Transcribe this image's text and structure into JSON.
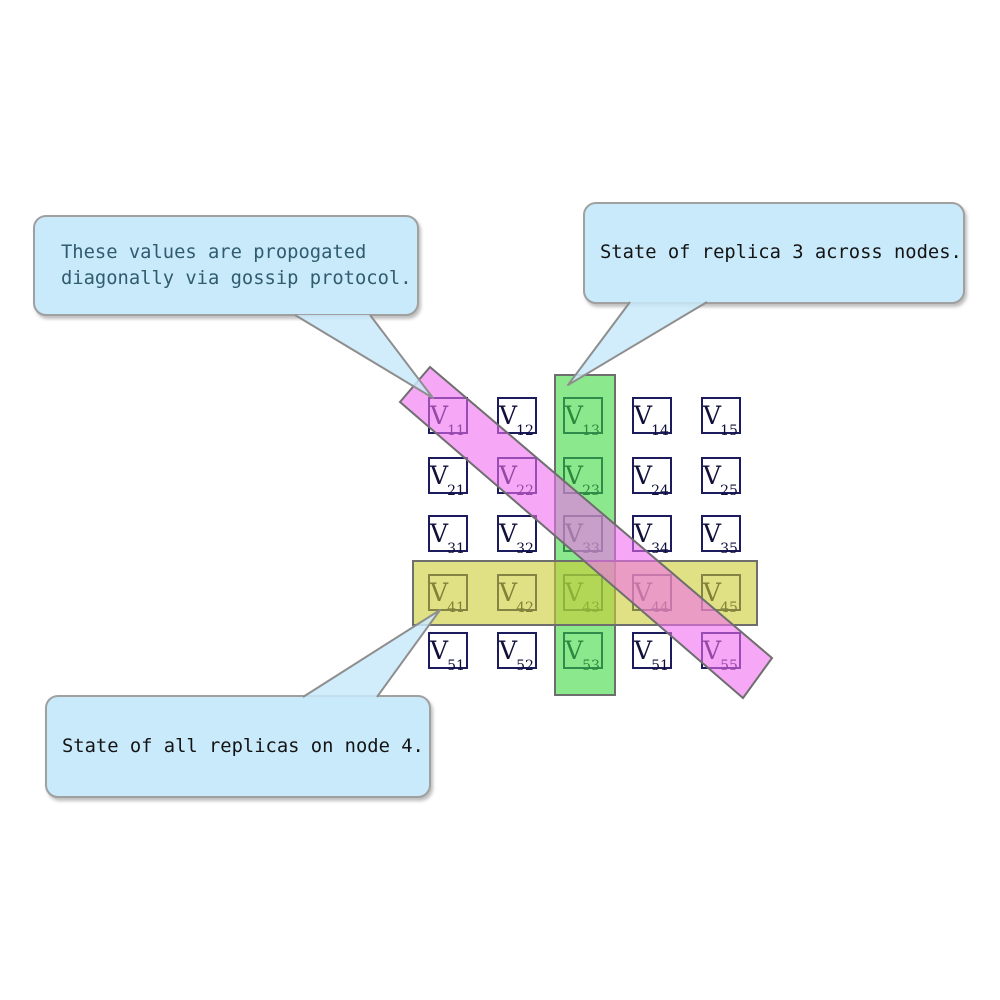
{
  "figure": {
    "background_color": "#ffffff"
  },
  "matrix": {
    "label_prefix": "V",
    "rows": [
      [
        "11",
        "12",
        "13",
        "14",
        "15"
      ],
      [
        "21",
        "22",
        "23",
        "24",
        "25"
      ],
      [
        "31",
        "32",
        "33",
        "34",
        "35"
      ],
      [
        "41",
        "42",
        "43",
        "44",
        "45"
      ],
      [
        "51",
        "52",
        "53",
        "51",
        "55"
      ]
    ],
    "cell_border_color": "#1b1b5e",
    "cell_text_color": "#10103a"
  },
  "highlights": {
    "diagonal_band": {
      "meaning": "values propagated diagonally via gossip protocol",
      "fill": "#f06ef0"
    },
    "column_band": {
      "meaning": "state of replica 3 across nodes",
      "fill": "#3fd83f"
    },
    "row_band": {
      "meaning": "state of all replicas on node 4",
      "fill": "#cccc33"
    },
    "band_border_color": "#6e6e6e"
  },
  "callouts": {
    "bubble_fill": "#c9eafb",
    "bubble_border": "#a0a0a0",
    "tail_border": "#8e8e8e",
    "gossip": {
      "line1": "These values are propogated",
      "line2": "diagonally via gossip protocol.",
      "text_color": "#2f5c6e"
    },
    "replica": {
      "line1": "State of replica 3 across nodes.",
      "text_color": "#141414"
    },
    "node": {
      "line1": "State of all replicas on node 4.",
      "text_color": "#141414"
    }
  }
}
